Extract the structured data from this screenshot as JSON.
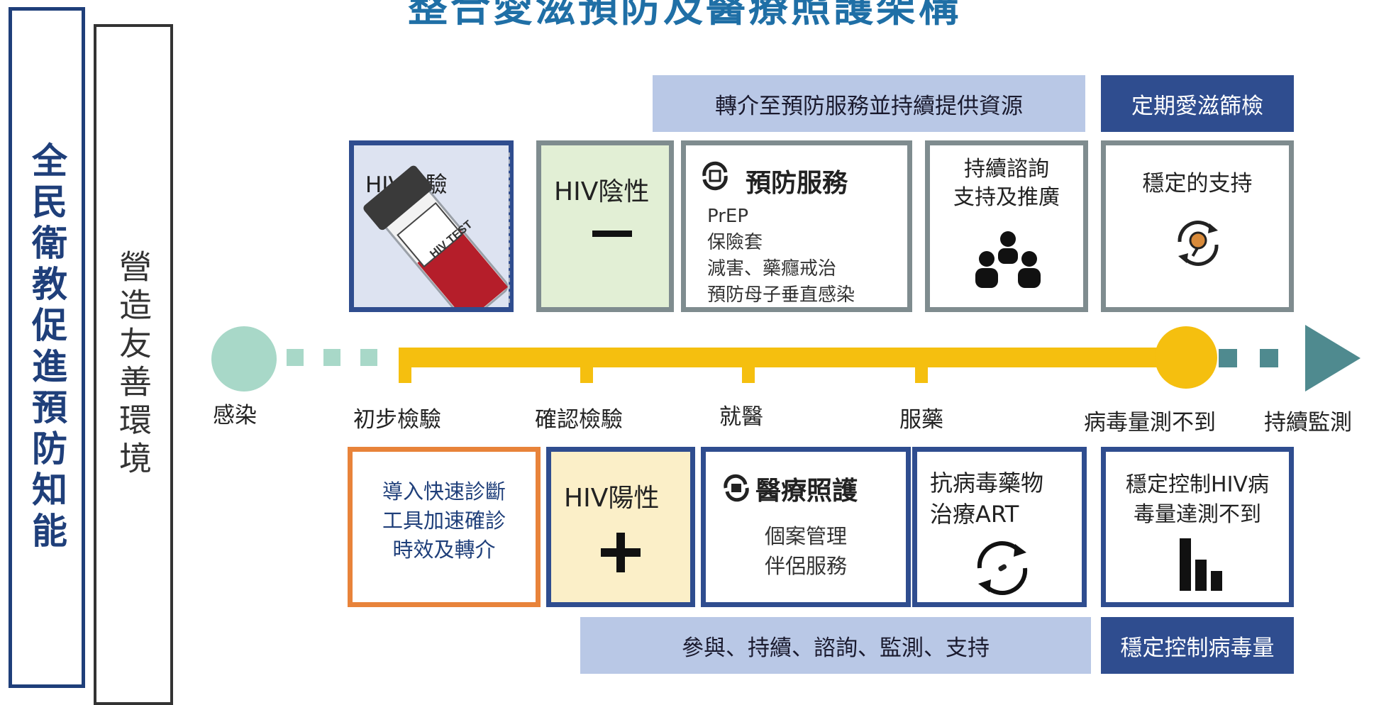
{
  "title": "整合愛滋預防及醫療照護架構",
  "side_left": "全民衛教促進預防知能",
  "side_right": "營造友善環境",
  "top_banners": {
    "referral": "轉介至預防服務並持續提供資源",
    "screening": "定期愛滋篩檢"
  },
  "bottom_banners": {
    "engagement": "參與、持續、諮詢、監測、支持",
    "suppression": "穩定控制病毒量"
  },
  "top_cards": {
    "hiv_test": {
      "label": "HIV檢驗",
      "tube_text": "HIV TEST"
    },
    "negative": {
      "label": "HIV陰性",
      "symbol": "—"
    },
    "prevention": {
      "label": "預防服務",
      "items": [
        "PrEP",
        "保險套",
        "減害、藥癮戒治",
        "預防母子垂直感染"
      ]
    },
    "counseling": {
      "lines": [
        "持續諮詢",
        "支持及推廣"
      ]
    },
    "stable_support": {
      "label": "穩定的支持"
    }
  },
  "bottom_cards": {
    "rapid": {
      "lines": [
        "導入快速診斷",
        "工具加速確診",
        "時效及轉介"
      ]
    },
    "positive": {
      "label": "HIV陽性",
      "symbol": "+"
    },
    "care": {
      "label": "醫療照護",
      "items": [
        "個案管理",
        "伴侶服務"
      ]
    },
    "art": {
      "lines": [
        "抗病毒藥物",
        "治療ART"
      ]
    },
    "control": {
      "lines": [
        "穩定控制HIV病",
        "毒量達測不到"
      ]
    }
  },
  "timeline": {
    "infection": "感染",
    "initial_test": "初步檢驗",
    "confirm_test": "確認檢驗",
    "seek_care": "就醫",
    "medication": "服藥",
    "undetectable": "病毒量測不到",
    "monitoring": "持續監測"
  },
  "colors": {
    "title": "#1f6fa6",
    "navy": "#2f4d8f",
    "gray_border": "#7f8c8f",
    "orange": "#e8833a",
    "timeline_yellow": "#f5bf0f",
    "teal": "#4f8a8f",
    "teal_light": "#a8d8c8",
    "banner_light": "#b9c8e6",
    "negative_bg": "#e2efd5",
    "positive_bg": "#fbefc8",
    "test_bg": "#dde3f1"
  }
}
